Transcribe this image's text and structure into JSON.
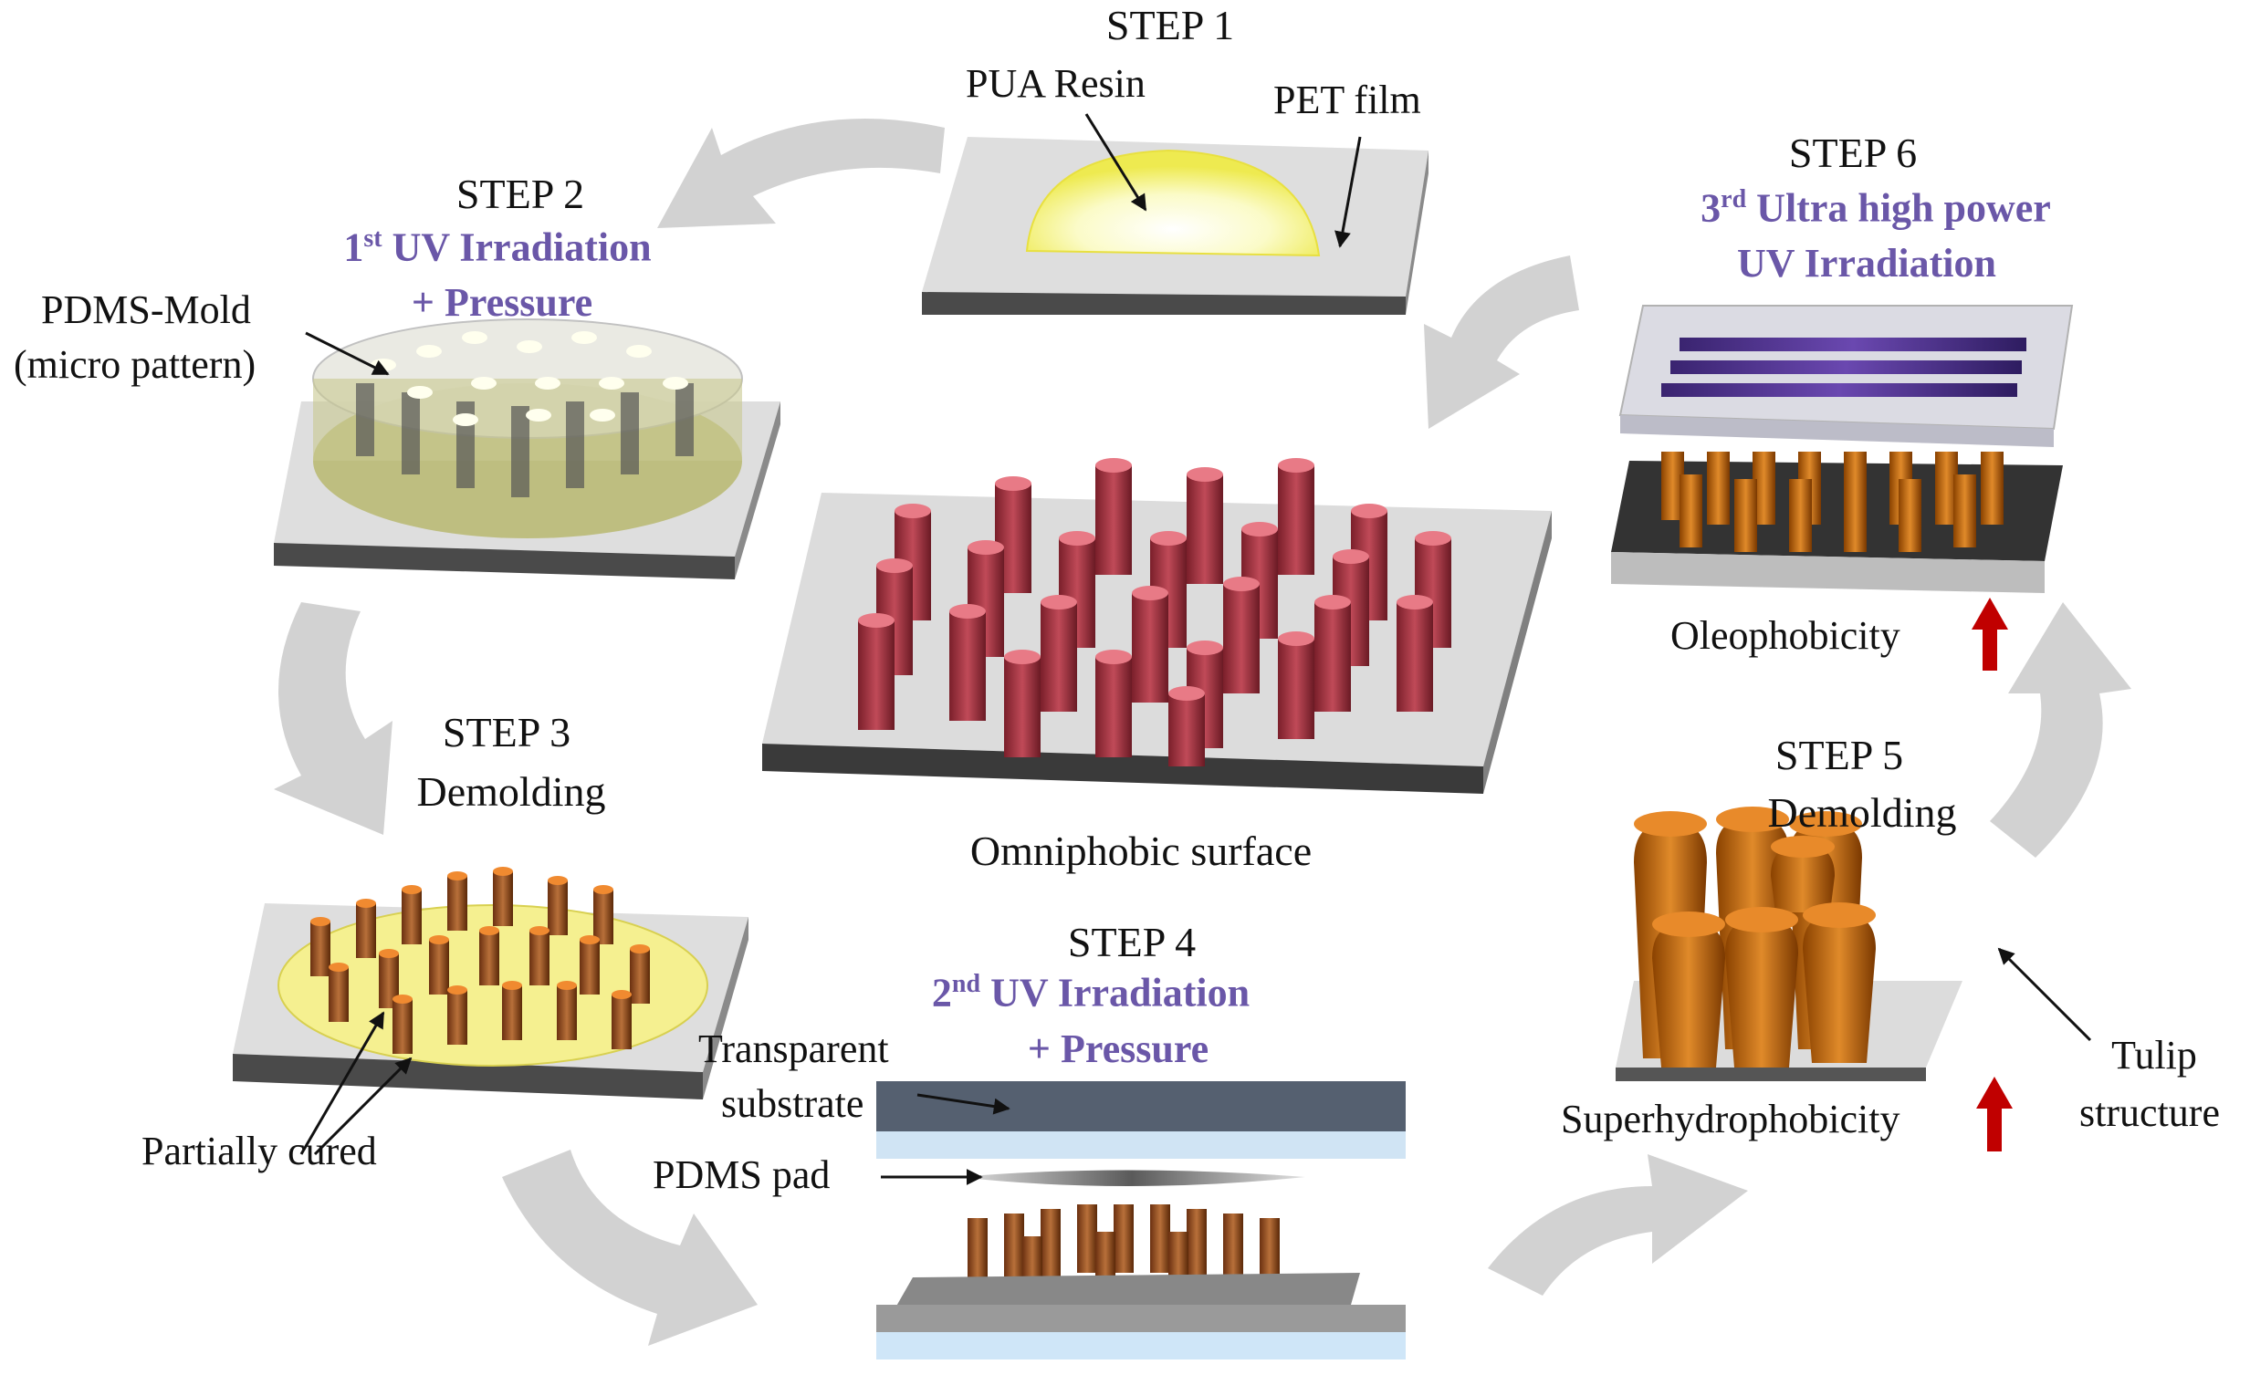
{
  "steps": {
    "s1": {
      "title": "STEP 1",
      "resin": "PUA Resin",
      "film": "PET film"
    },
    "s2": {
      "title": "STEP 2",
      "uv_ord": "1",
      "uv_sup": "st",
      "uv_text": "UV Irradiation",
      "extra": "+ Pressure",
      "mold1": "PDMS-Mold",
      "mold2": "(micro pattern)"
    },
    "s3": {
      "title": "STEP 3",
      "action": "Demolding",
      "note": "Partially cured"
    },
    "s4": {
      "title": "STEP 4",
      "uv_ord": "2",
      "uv_sup": "nd",
      "uv_text": "UV Irradiation",
      "extra": "+ Pressure",
      "sub1": "Transparent",
      "sub2": "substrate",
      "pad": "PDMS pad"
    },
    "s5": {
      "title": "STEP 5",
      "action": "Demolding",
      "property": "Superhydrophobicity",
      "tulip1": "Tulip",
      "tulip2": "structure"
    },
    "s6": {
      "title": "STEP 6",
      "uv_ord": "3",
      "uv_sup": "rd",
      "uv_text1": "Ultra high power",
      "uv_text2": "UV Irradiation",
      "property": "Oleophobicity"
    }
  },
  "center": {
    "caption": "Omniphobic surface"
  },
  "colors": {
    "uv_text": "#6a57a8",
    "arrow_gray": "#d0d0d0",
    "pillar_red": "#b4404f",
    "pillar_orange": "#c8701e",
    "pillar_purple": "#5a3a9a",
    "resin_yellow": "#f5f080",
    "up_arrow_red": "#c00000"
  }
}
